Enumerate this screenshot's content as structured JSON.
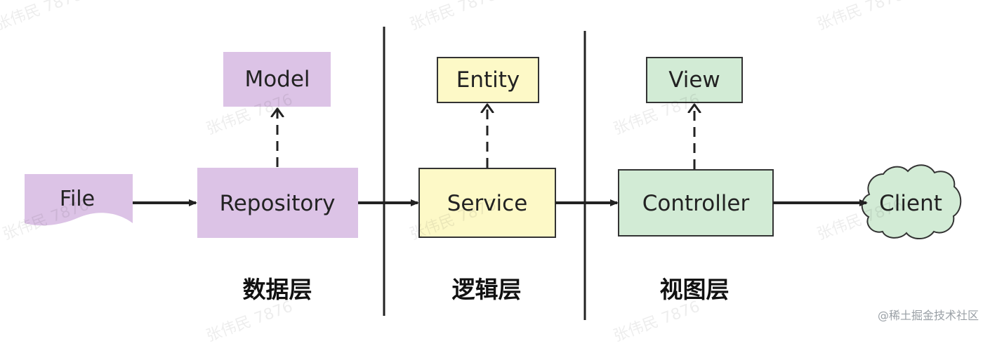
{
  "nodes": {
    "file": "File",
    "repository": "Repository",
    "model": "Model",
    "service": "Service",
    "entity": "Entity",
    "controller": "Controller",
    "view": "View",
    "client": "Client"
  },
  "layers": {
    "data": "数据层",
    "logic": "逻辑层",
    "view": "视图层"
  },
  "watermark": "张伟民 7876",
  "footer": "@稀土掘金技术社区",
  "colors": {
    "purple": "#dcc3e6",
    "yellow": "#fdf9c7",
    "green": "#d2ebd5",
    "stroke": "#333333",
    "line": "#222222"
  }
}
